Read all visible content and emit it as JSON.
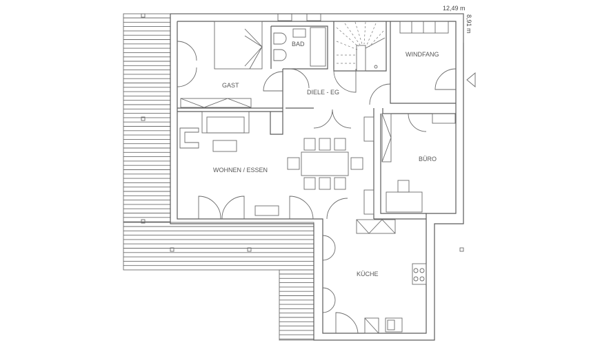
{
  "dimensions": {
    "width": "12,49 m",
    "depth": "8,91 m"
  },
  "rooms": {
    "gast": "GAST",
    "bad": "BAD",
    "diele": "DIELE - EG",
    "windfang": "WINDFANG",
    "wohnen": "WOHNEN / ESSEN",
    "buero": "BÜRO",
    "kueche": "KÜCHE"
  },
  "colors": {
    "line": "#5a5a5a",
    "background": "#ffffff"
  }
}
